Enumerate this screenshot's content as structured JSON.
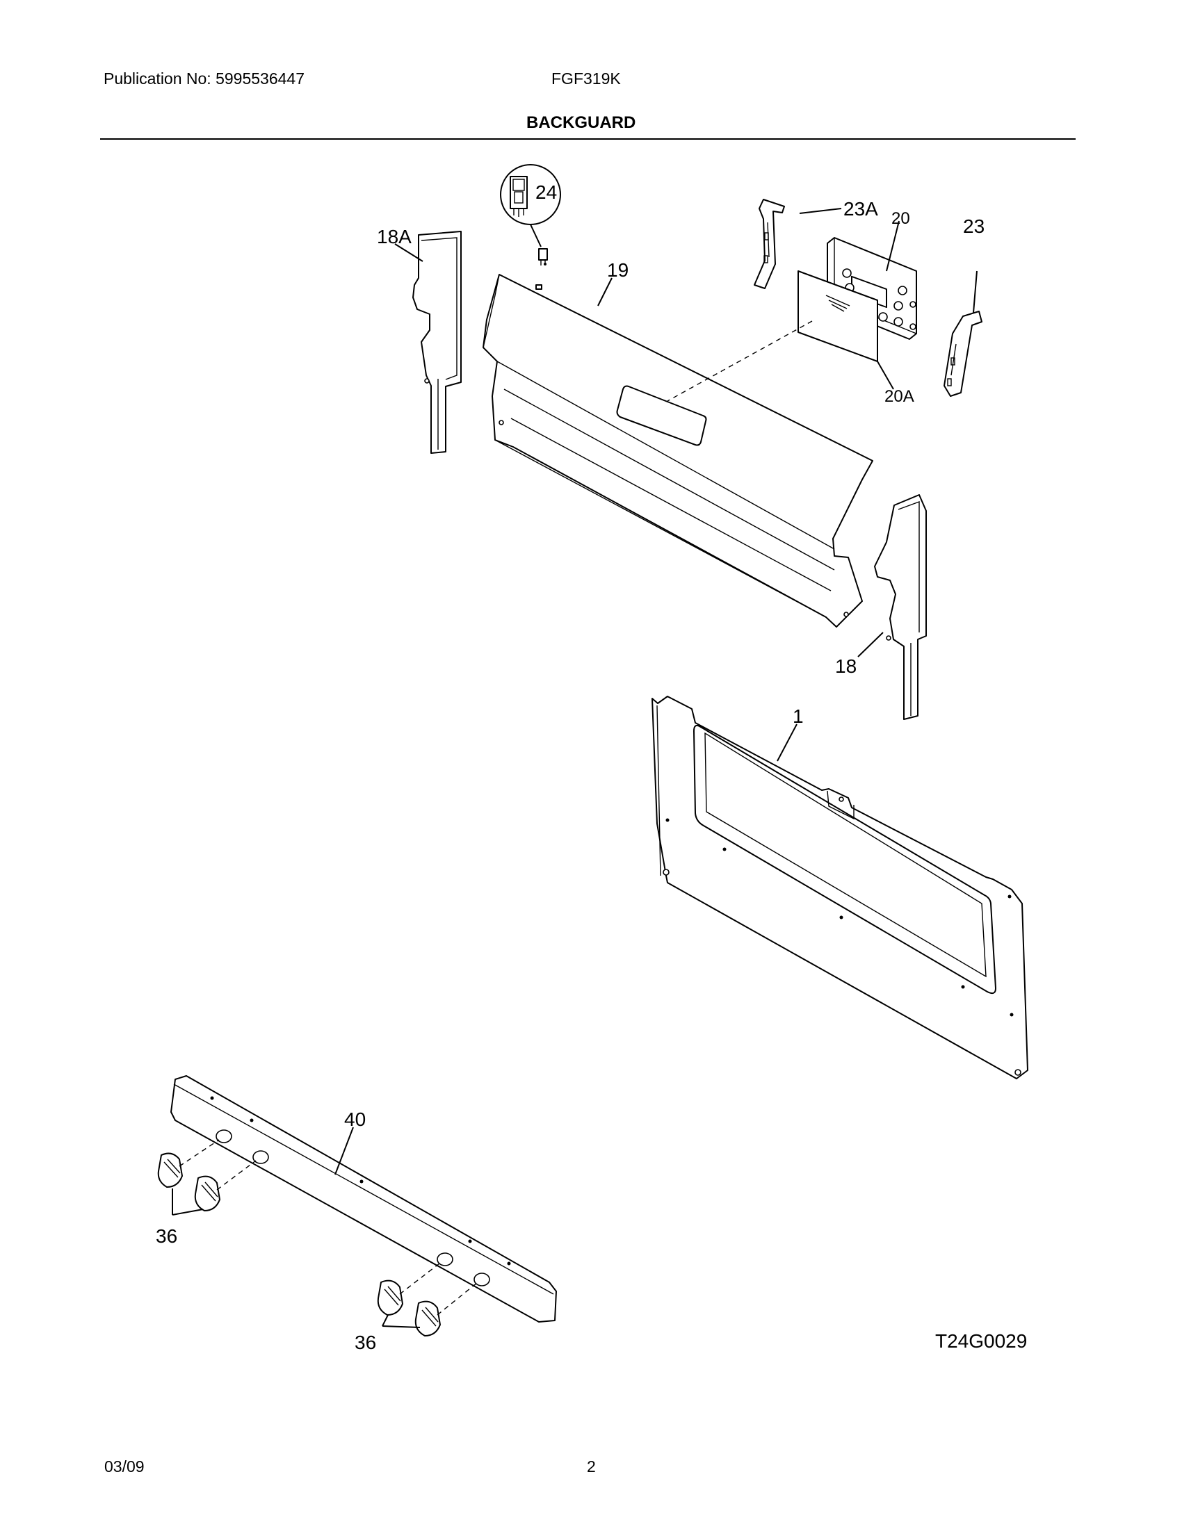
{
  "header": {
    "publication": "Publication No: 5995536447",
    "model": "FGF319K",
    "section_title": "BACKGUARD"
  },
  "callouts": {
    "c1": "1",
    "c18": "18",
    "c18a": "18A",
    "c19": "19",
    "c20": "20",
    "c20a": "20A",
    "c23": "23",
    "c23a": "23A",
    "c24": "24",
    "c36_top": "36",
    "c36_bottom": "36",
    "c40": "40"
  },
  "figure_code": "T24G0029",
  "footer": {
    "date": "03/09",
    "page": "2"
  }
}
